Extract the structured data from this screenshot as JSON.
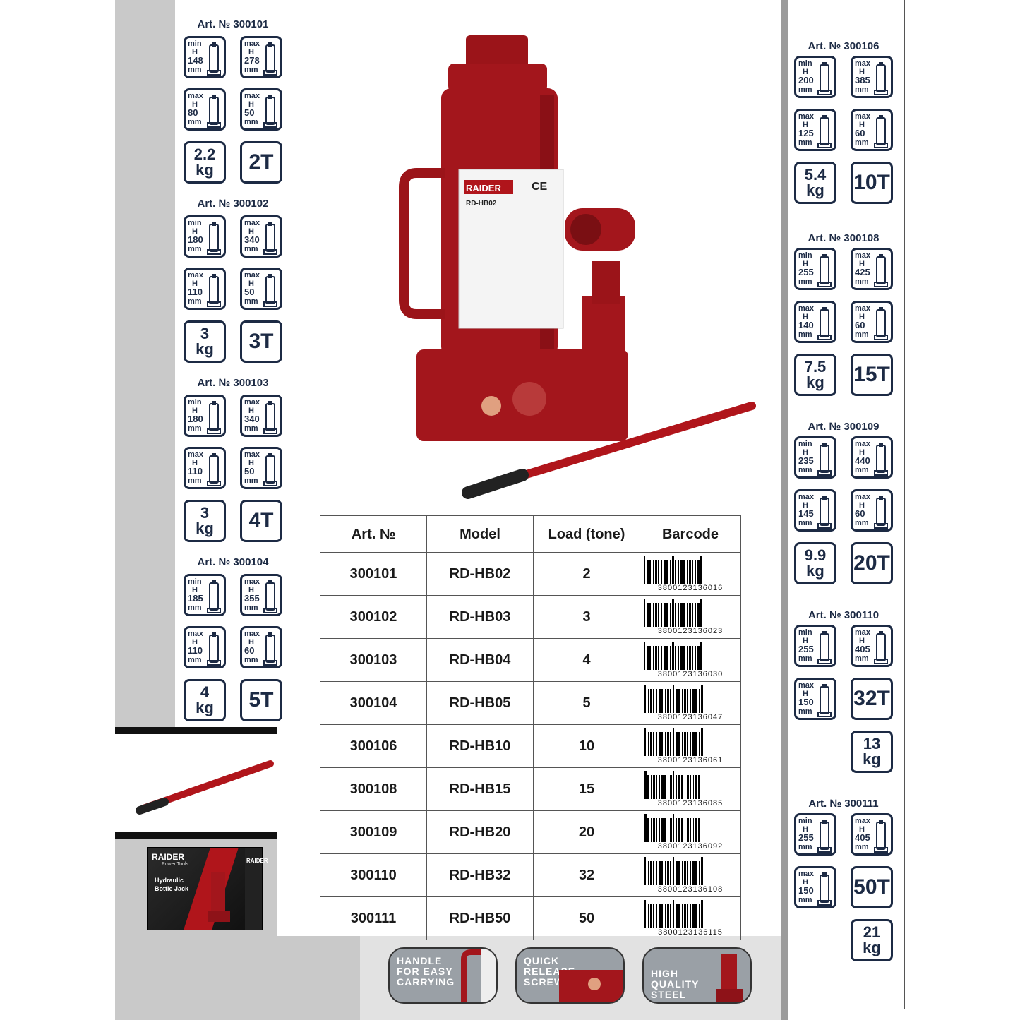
{
  "left_column": [
    {
      "art": "Art. № 300101",
      "min_h": "148",
      "max_h": "278",
      "lift": "80",
      "screw": "50",
      "weight": "2.2",
      "load": "2T"
    },
    {
      "art": "Art. № 300102",
      "min_h": "180",
      "max_h": "340",
      "lift": "110",
      "screw": "50",
      "weight": "3",
      "load": "3T"
    },
    {
      "art": "Art. № 300103",
      "min_h": "180",
      "max_h": "340",
      "lift": "110",
      "screw": "50",
      "weight": "3",
      "load": "4T"
    },
    {
      "art": "Art. № 300104",
      "min_h": "185",
      "max_h": "355",
      "lift": "110",
      "screw": "60",
      "weight": "4",
      "load": "5T"
    }
  ],
  "right_column": [
    {
      "art": "Art. № 300106",
      "min_h": "200",
      "max_h": "385",
      "lift": "125",
      "screw": "60",
      "weight": "5.4",
      "load": "10T"
    },
    {
      "art": "Art. № 300108",
      "min_h": "255",
      "max_h": "425",
      "lift": "140",
      "screw": "60",
      "weight": "7.5",
      "load": "15T"
    },
    {
      "art": "Art. № 300109",
      "min_h": "235",
      "max_h": "440",
      "lift": "145",
      "screw": "60",
      "weight": "9.9",
      "load": "20T"
    },
    {
      "art": "Art. № 300110",
      "min_h": "255",
      "max_h": "405",
      "lift": "150",
      "weight": "13",
      "load": "32T"
    },
    {
      "art": "Art. № 300111",
      "min_h": "255",
      "max_h": "405",
      "lift": "150",
      "weight": "21",
      "load": "50T"
    }
  ],
  "icon_text": {
    "min": "min",
    "max": "max",
    "h": "H",
    "mm": "mm",
    "kg": "kg"
  },
  "table": {
    "headers": [
      "Art. №",
      "Model",
      "Load (tone)",
      "Barcode"
    ],
    "rows": [
      {
        "art": "300101",
        "model": "RD-HB02",
        "load": "2",
        "barcode": "3800123136016"
      },
      {
        "art": "300102",
        "model": "RD-HB03",
        "load": "3",
        "barcode": "3800123136023"
      },
      {
        "art": "300103",
        "model": "RD-HB04",
        "load": "4",
        "barcode": "3800123136030"
      },
      {
        "art": "300104",
        "model": "RD-HB05",
        "load": "5",
        "barcode": "3800123136047"
      },
      {
        "art": "300106",
        "model": "RD-HB10",
        "load": "10",
        "barcode": "3800123136061"
      },
      {
        "art": "300108",
        "model": "RD-HB15",
        "load": "15",
        "barcode": "3800123136085"
      },
      {
        "art": "300109",
        "model": "RD-HB20",
        "load": "20",
        "barcode": "3800123136092"
      },
      {
        "art": "300110",
        "model": "RD-HB32",
        "load": "32",
        "barcode": "3800123136108"
      },
      {
        "art": "300111",
        "model": "RD-HB50",
        "load": "50",
        "barcode": "3800123136115"
      }
    ]
  },
  "product_label": {
    "brand": "RAIDER",
    "model": "RD-HB02",
    "ce": "CE"
  },
  "box": {
    "brand": "RAIDER",
    "tagline": "Power Tools",
    "title": "Hydraulic Bottle Jack",
    "side_brand": "RAIDER"
  },
  "features": [
    "HANDLE FOR EASY CARRYING",
    "QUICK RELEASE SCREW",
    "HIGH QUALITY STEEL"
  ],
  "colors": {
    "navy": "#1c2a44",
    "red": "#a3161c",
    "gray": "#c9c9c9"
  }
}
